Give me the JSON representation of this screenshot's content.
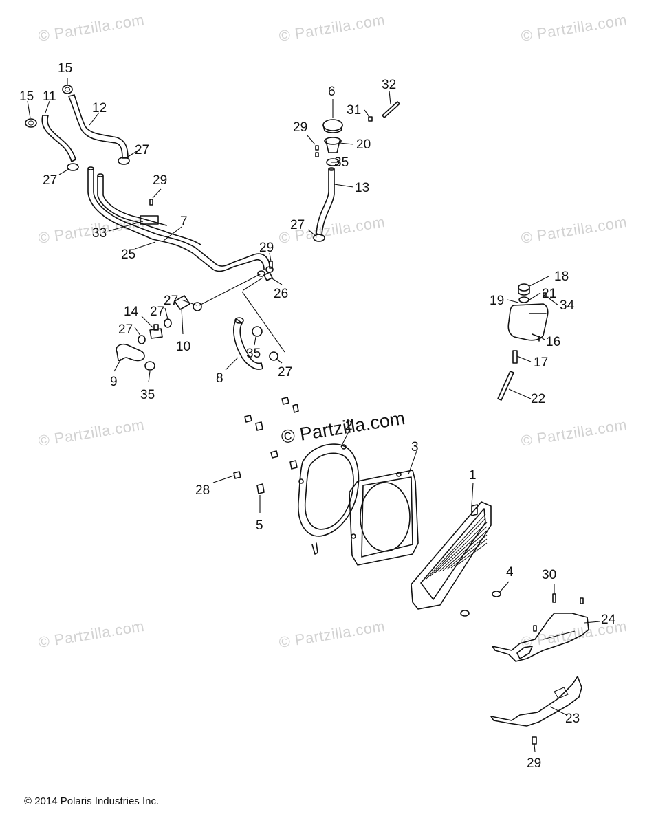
{
  "watermark": "© Partzilla.com",
  "main_watermark": "© Partzilla.com",
  "copyright": "© 2014 Polaris Industries Inc.",
  "callouts": [
    "1",
    "2",
    "3",
    "4",
    "5",
    "6",
    "7",
    "8",
    "9",
    "10",
    "11",
    "12",
    "13",
    "14",
    "15",
    "16",
    "17",
    "18",
    "19",
    "20",
    "21",
    "22",
    "23",
    "24",
    "25",
    "26",
    "27",
    "28",
    "29",
    "30",
    "31",
    "32",
    "33",
    "34",
    "35"
  ]
}
